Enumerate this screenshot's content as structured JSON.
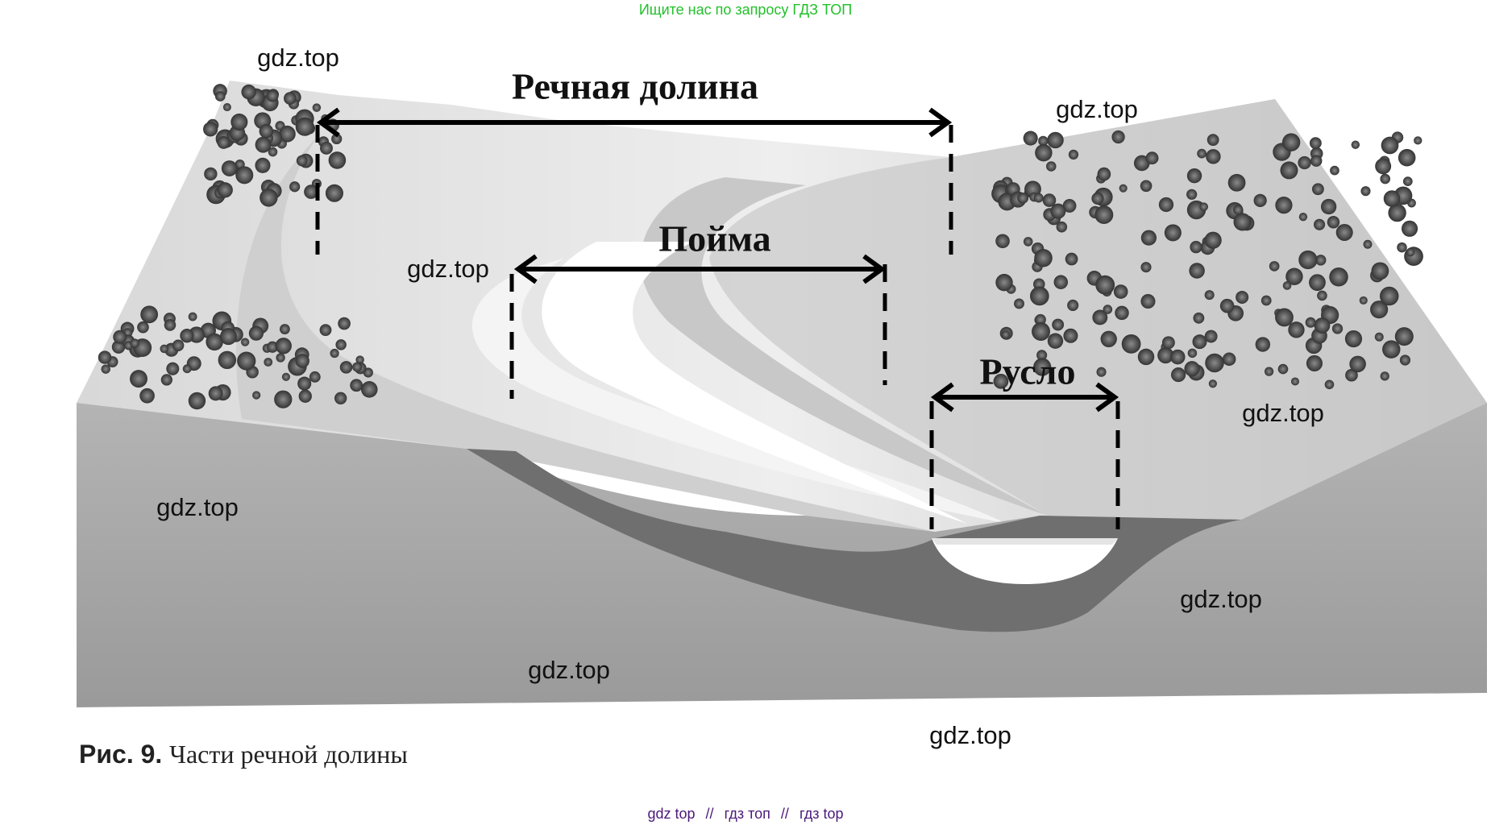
{
  "top_banner": "Ищите нас по запросу ГДЗ ТОП",
  "labels": {
    "valley": "Речная долина",
    "floodplain": "Пойма",
    "channel": "Русло"
  },
  "watermark": "gdz.top",
  "caption": {
    "number": "Рис. 9.",
    "text": "Части речной долины"
  },
  "bottom_links": [
    "gdz top",
    "//",
    "гдз топ",
    "//",
    "гдз top"
  ]
}
